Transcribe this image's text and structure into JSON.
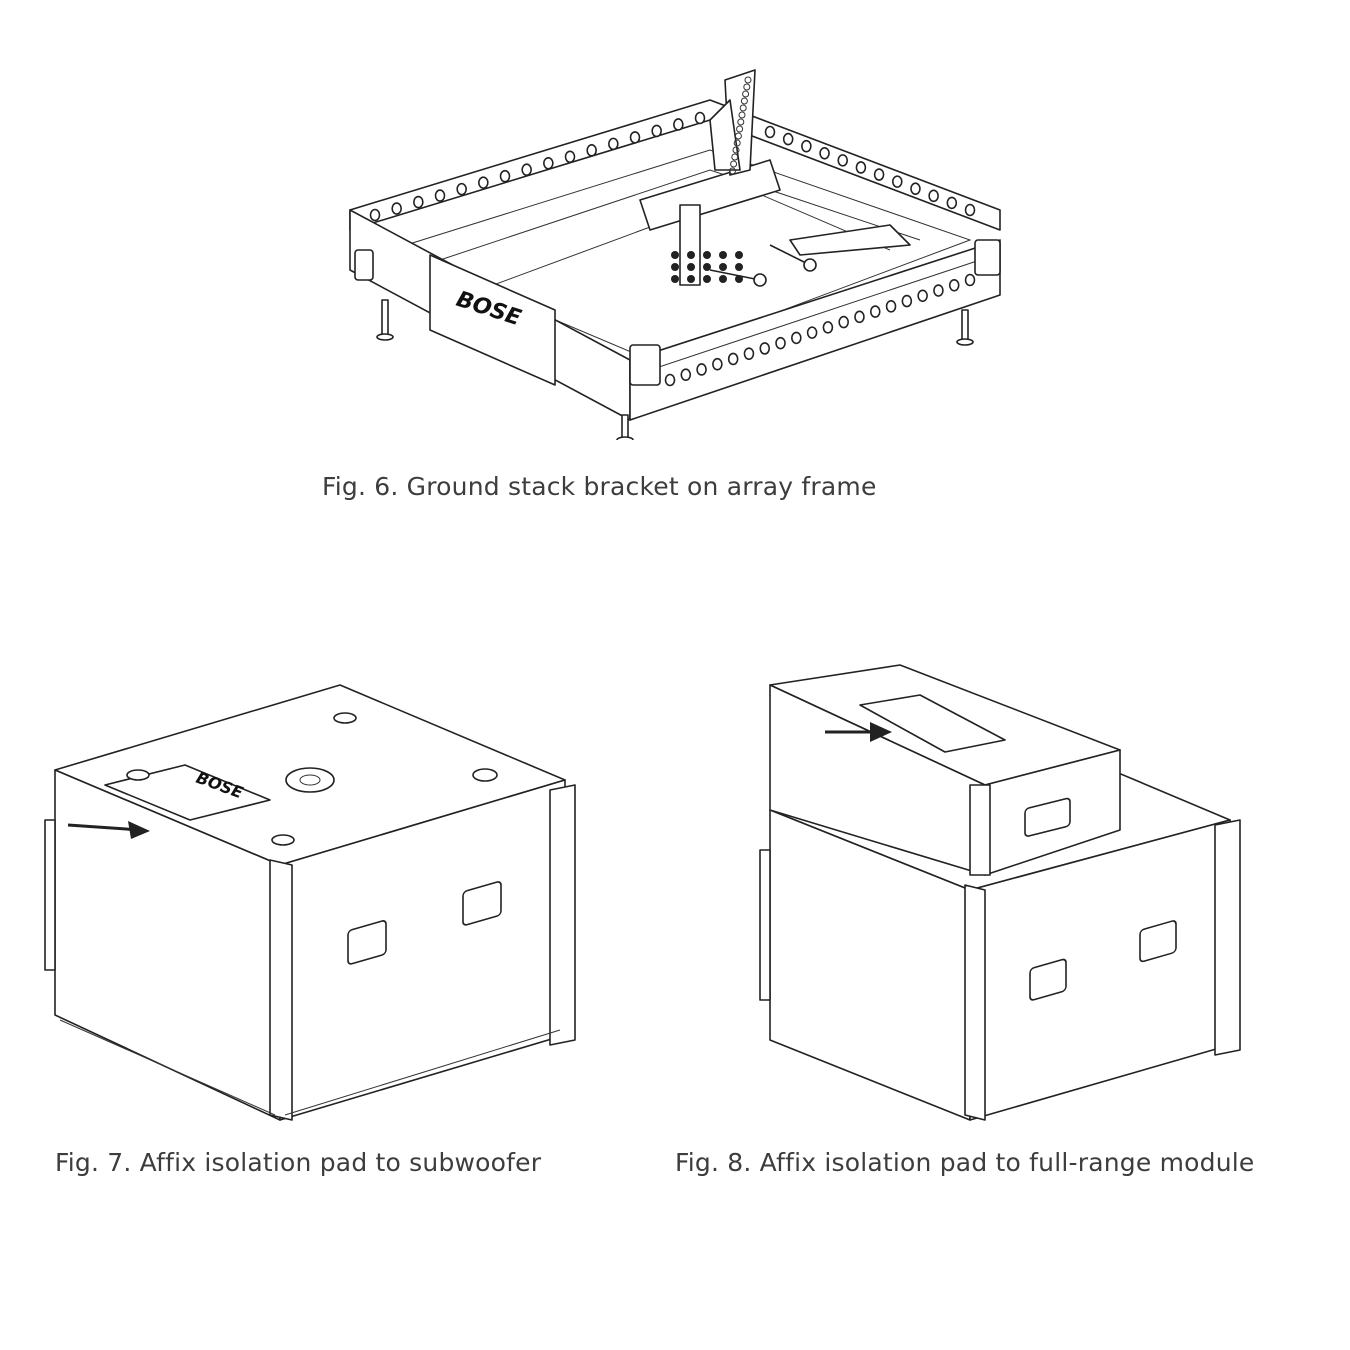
{
  "figures": [
    {
      "id": "fig6",
      "caption": "Fig. 6. Ground stack bracket on array frame",
      "logo_text": "BOSE"
    },
    {
      "id": "fig7",
      "caption": "Fig. 7. Affix isolation pad to subwoofer",
      "logo_text": "BOSE"
    },
    {
      "id": "fig8",
      "caption": "Fig. 8. Affix isolation pad to full-range module"
    }
  ],
  "colors": {
    "line": "#222222",
    "caption_text": "#3d3d3d",
    "background": "#ffffff"
  }
}
